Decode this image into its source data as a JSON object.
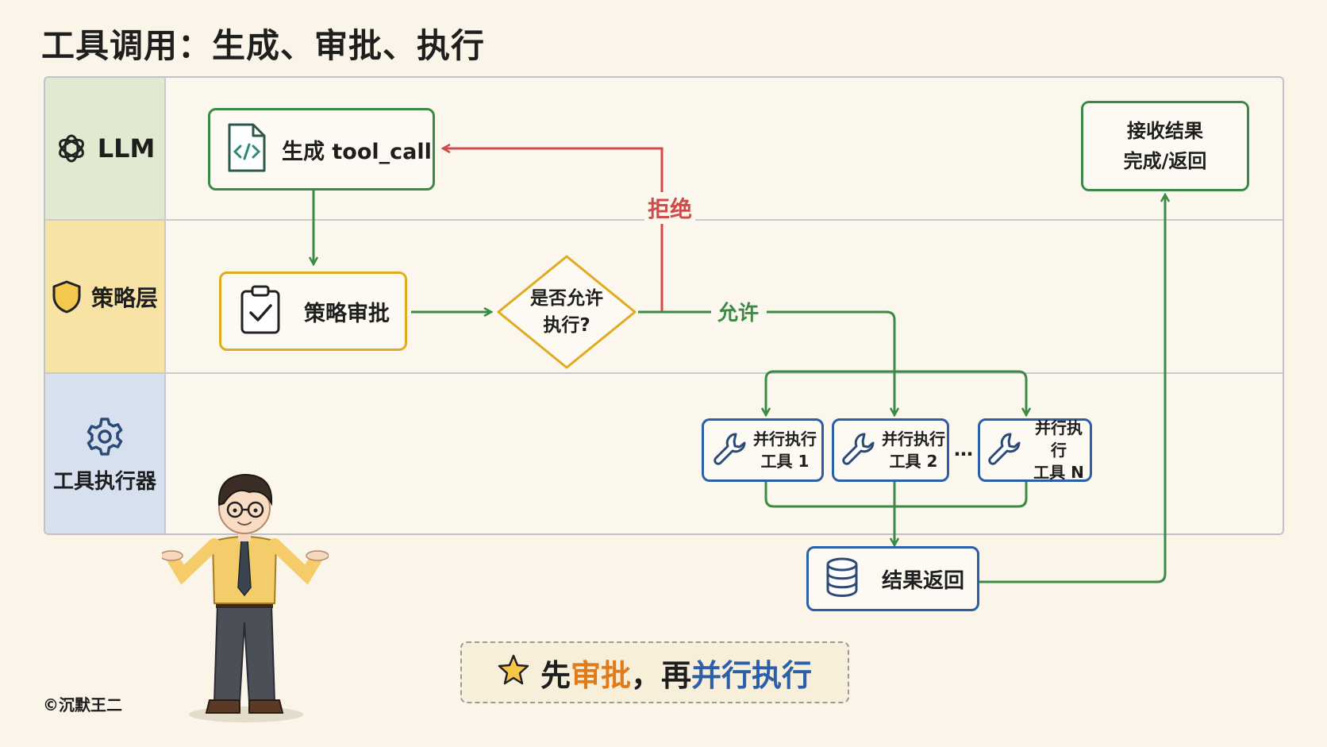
{
  "title": "工具调用：生成、审批、执行",
  "lanes": [
    {
      "label": "LLM"
    },
    {
      "label": "策略层"
    },
    {
      "label": "工具执行器"
    }
  ],
  "nodes": {
    "generate": "生成 tool_call",
    "policy_review": "策略审批",
    "decision_line1": "是否允许",
    "decision_line2": "执行?",
    "receive_line1": "接收结果",
    "receive_line2": "完成/返回",
    "tools": [
      {
        "line1": "并行执行",
        "line2": "工具 1"
      },
      {
        "line1": "并行执行",
        "line2": "工具 2"
      },
      {
        "line1": "并行执行",
        "line2": "工具 N"
      }
    ],
    "ellipsis": "…",
    "result_return": "结果返回"
  },
  "edges": {
    "reject": "拒绝",
    "allow": "允许"
  },
  "banner": {
    "part1": "先",
    "part2": "审批",
    "part3": "，再",
    "part4": "并行执行"
  },
  "copyright": "©沉默王二",
  "colors": {
    "green": "#3b8a45",
    "red": "#d14a4a",
    "yellow": "#e2aa21",
    "blue": "#2c5fa8",
    "lane_llm": "#dfead0",
    "lane_policy": "#f7e3a4",
    "lane_executor": "#d6e0ee"
  },
  "icons": [
    "openai-logo-icon",
    "shield-icon",
    "gear-icon",
    "code-file-icon",
    "clipboard-check-icon",
    "wrench-icon",
    "database-icon",
    "star-icon"
  ]
}
